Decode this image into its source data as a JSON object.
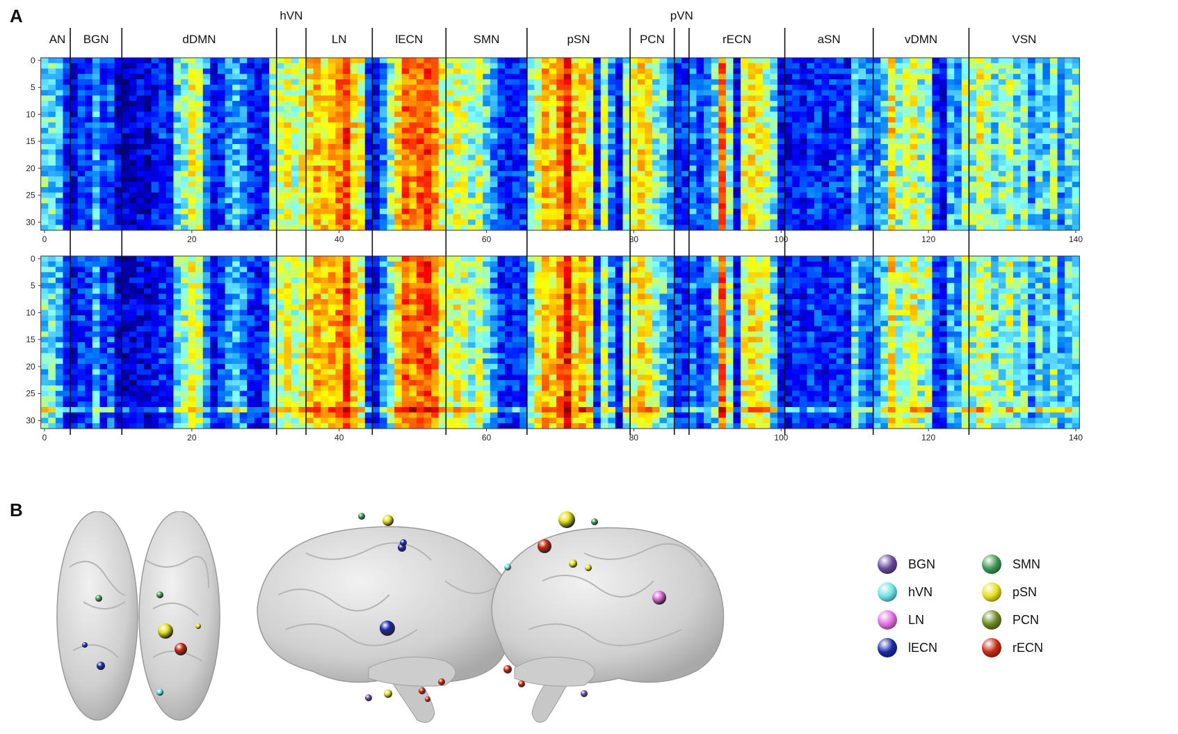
{
  "panels": {
    "a": "A",
    "b": "B"
  },
  "chart_data": {
    "type": "heatmap",
    "title": "",
    "xlabel": "",
    "ylabel": "",
    "x_range": [
      0,
      140
    ],
    "y_range": [
      0,
      31
    ],
    "x_ticks": [
      0,
      20,
      40,
      60,
      80,
      100,
      120,
      140
    ],
    "y_ticks": [
      0,
      5,
      10,
      15,
      20,
      25,
      30
    ],
    "colormap": [
      "#00007f",
      "#0000ff",
      "#007fff",
      "#7fffff",
      "#ffff00",
      "#ff7f00",
      "#ff0000",
      "#7f0000"
    ],
    "networks": [
      {
        "name": "AN",
        "start": 0,
        "end": 3.5
      },
      {
        "name": "BGN",
        "start": 3.5,
        "end": 10.5
      },
      {
        "name": "dDMN",
        "start": 10.5,
        "end": 31.5
      },
      {
        "name": "hVN",
        "start": 31.5,
        "end": 35.5
      },
      {
        "name": "LN",
        "start": 35.5,
        "end": 44.5
      },
      {
        "name": "lECN",
        "start": 44.5,
        "end": 54.5
      },
      {
        "name": "SMN",
        "start": 54.5,
        "end": 65.5
      },
      {
        "name": "pSN",
        "start": 65.5,
        "end": 79.5
      },
      {
        "name": "PCN",
        "start": 79.5,
        "end": 85.5
      },
      {
        "name": "pVN",
        "start": 85.5,
        "end": 87.5
      },
      {
        "name": "rECN",
        "start": 87.5,
        "end": 100.5
      },
      {
        "name": "aSN",
        "start": 100.5,
        "end": 112.5
      },
      {
        "name": "vDMN",
        "start": 112.5,
        "end": 125.5
      },
      {
        "name": "VSN",
        "start": 125.5,
        "end": 140.5
      }
    ],
    "column_levels": [
      0.4,
      0.4,
      0.35,
      0.2,
      0.15,
      0.2,
      0.2,
      0.35,
      0.2,
      0.25,
      0.1,
      0.1,
      0.1,
      0.12,
      0.1,
      0.15,
      0.2,
      0.15,
      0.4,
      0.45,
      0.55,
      0.5,
      0.3,
      0.15,
      0.2,
      0.3,
      0.35,
      0.3,
      0.2,
      0.15,
      0.2,
      0.45,
      0.5,
      0.55,
      0.5,
      0.55,
      0.6,
      0.65,
      0.6,
      0.65,
      0.7,
      0.8,
      0.6,
      0.55,
      0.2,
      0.15,
      0.3,
      0.45,
      0.6,
      0.75,
      0.7,
      0.75,
      0.8,
      0.7,
      0.55,
      0.5,
      0.55,
      0.5,
      0.45,
      0.5,
      0.4,
      0.3,
      0.2,
      0.15,
      0.2,
      0.2,
      0.4,
      0.55,
      0.65,
      0.6,
      0.7,
      0.85,
      0.6,
      0.65,
      0.55,
      0.2,
      0.5,
      0.3,
      0.15,
      0.45,
      0.55,
      0.6,
      0.55,
      0.45,
      0.4,
      0.3,
      0.2,
      0.2,
      0.3,
      0.2,
      0.25,
      0.4,
      0.75,
      0.45,
      0.15,
      0.55,
      0.6,
      0.55,
      0.5,
      0.4,
      0.15,
      0.15,
      0.2,
      0.15,
      0.2,
      0.2,
      0.15,
      0.2,
      0.2,
      0.15,
      0.4,
      0.3,
      0.25,
      0.3,
      0.4,
      0.6,
      0.45,
      0.5,
      0.55,
      0.45,
      0.5,
      0.2,
      0.15,
      0.35,
      0.3,
      0.5,
      0.45,
      0.55,
      0.5,
      0.4,
      0.45,
      0.5,
      0.4,
      0.45,
      0.3,
      0.4,
      0.35,
      0.45,
      0.3,
      0.4
    ],
    "panels": [
      "top",
      "bottom"
    ]
  },
  "legend": {
    "items": [
      {
        "label": "BGN",
        "color": "#6a4a9c"
      },
      {
        "label": "hVN",
        "color": "#6de3e6"
      },
      {
        "label": "LN",
        "color": "#e36fe0"
      },
      {
        "label": "lECN",
        "color": "#1c2aa8"
      },
      {
        "label": "SMN",
        "color": "#3f9a55"
      },
      {
        "label": "pSN",
        "color": "#e6e020"
      },
      {
        "label": "PCN",
        "color": "#6f8a22"
      },
      {
        "label": "rECN",
        "color": "#c82a12"
      }
    ]
  },
  "brain_nodes": [
    {
      "view": "top",
      "color": "#3f9a55",
      "size": 5
    },
    {
      "view": "top",
      "color": "#3f9a55",
      "size": 5
    },
    {
      "view": "top",
      "color": "#e6e020",
      "size": 11
    },
    {
      "view": "top",
      "color": "#c82a12",
      "size": 9
    },
    {
      "view": "top",
      "color": "#1c2aa8",
      "size": 6
    },
    {
      "view": "top",
      "color": "#1c2aa8",
      "size": 4
    },
    {
      "view": "top",
      "color": "#6de3e6",
      "size": 5
    },
    {
      "view": "top",
      "color": "#e6e020",
      "size": 4
    },
    {
      "view": "left",
      "color": "#1c2aa8",
      "size": 11
    },
    {
      "view": "left",
      "color": "#e6e020",
      "size": 8
    },
    {
      "view": "left",
      "color": "#3f9a55",
      "size": 5
    },
    {
      "view": "left",
      "color": "#1c2aa8",
      "size": 6
    },
    {
      "view": "left",
      "color": "#1c2aa8",
      "size": 5
    },
    {
      "view": "left",
      "color": "#6a4a9c",
      "size": 5
    },
    {
      "view": "left",
      "color": "#e6e020",
      "size": 6
    },
    {
      "view": "left",
      "color": "#c82a12",
      "size": 5
    },
    {
      "view": "left",
      "color": "#c82a12",
      "size": 4
    },
    {
      "view": "left",
      "color": "#c82a12",
      "size": 5
    },
    {
      "view": "right",
      "color": "#e6e020",
      "size": 12
    },
    {
      "view": "right",
      "color": "#c82a12",
      "size": 10
    },
    {
      "view": "right",
      "color": "#3f9a55",
      "size": 5
    },
    {
      "view": "right",
      "color": "#e6e020",
      "size": 6
    },
    {
      "view": "right",
      "color": "#e6e020",
      "size": 5
    },
    {
      "view": "right",
      "color": "#e36fe0",
      "size": 10
    },
    {
      "view": "right",
      "color": "#6de3e6",
      "size": 5
    },
    {
      "view": "right",
      "color": "#c82a12",
      "size": 6
    },
    {
      "view": "right",
      "color": "#c82a12",
      "size": 5
    },
    {
      "view": "right",
      "color": "#6a4a9c",
      "size": 5
    }
  ]
}
